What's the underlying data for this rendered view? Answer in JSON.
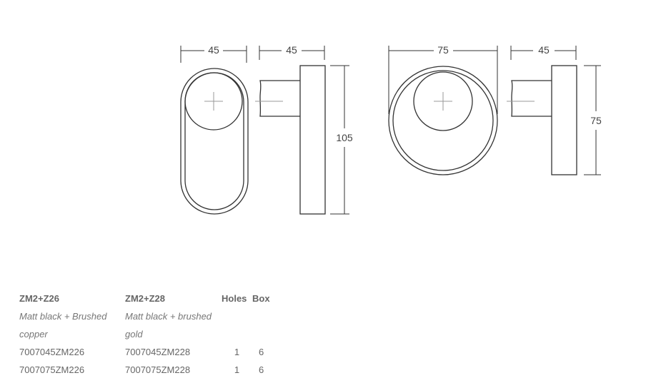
{
  "drawing": {
    "dims": [
      "45",
      "45",
      "105",
      "75",
      "45",
      "75"
    ],
    "stroke_color": "#333333",
    "axis_color": "#999999"
  },
  "table": {
    "headers": [
      "ZM2+Z26",
      "ZM2+Z28",
      "Holes",
      "Box"
    ],
    "finish_line1": [
      "Matt black + Brushed",
      "Matt black + brushed"
    ],
    "finish_line2": [
      "copper",
      "gold"
    ],
    "rows": [
      [
        "7007045ZM226",
        "7007045ZM228",
        "1",
        "6"
      ],
      [
        "7007075ZM226",
        "7007075ZM228",
        "1",
        "6"
      ]
    ]
  }
}
